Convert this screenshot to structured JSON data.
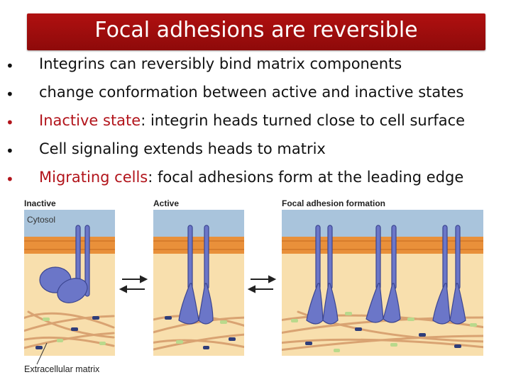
{
  "title": "Focal adhesions are reversible",
  "bullets": [
    {
      "highlight": "",
      "text": "Integrins can reversibly bind matrix components",
      "red": false
    },
    {
      "highlight": "",
      "text": "change conformation between active and inactive states",
      "red": false
    },
    {
      "highlight": "Inactive state",
      "text": ": integrin heads turned close to cell surface",
      "red": true
    },
    {
      "highlight": "",
      "text": "Cell signaling extends heads to matrix",
      "red": false
    },
    {
      "highlight": "Migrating cells",
      "text": ": focal adhesions form at the leading edge",
      "red": true
    }
  ],
  "bullet_symbol": "•",
  "panels": {
    "inactive": "Inactive",
    "active": "Active",
    "focal": "Focal adhesion formation"
  },
  "labels": {
    "cytosol": "Cytosol",
    "ecm": "Extracellular matrix"
  },
  "colors": {
    "title_bg": "#9e0d0d",
    "highlight": "#b2141b",
    "cytosol": "#a9c4dc",
    "membrane": "#e9903a",
    "extracellular": "#f8dfad",
    "integrin": "#6b76c8",
    "fiber": "#d9a372"
  }
}
